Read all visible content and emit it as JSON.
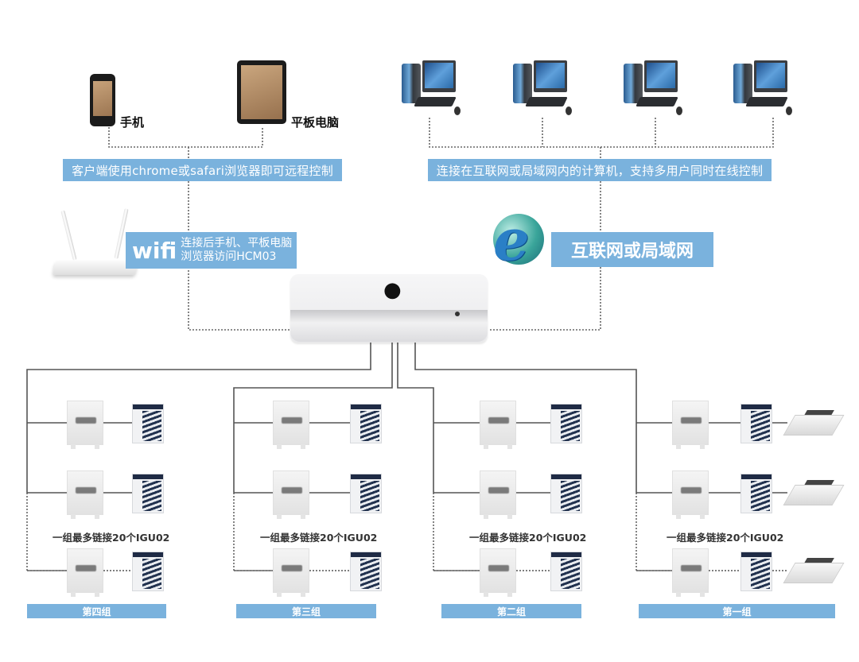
{
  "clients": {
    "phone_label": "手机",
    "tablet_label": "平板电脑",
    "mobile_caption": "客户端使用chrome或safari浏览器即可远程控制",
    "computers_count": 4,
    "computers_caption": "连接在互联网或局域网内的计算机，支持多用户同时在线控制"
  },
  "wifi": {
    "badge": "wifi",
    "line1": "连接后手机、平板电脑",
    "line2": "浏览器访问HCM03"
  },
  "network": {
    "label": "互联网或局域网"
  },
  "server": {
    "icon": "apple-icon",
    "glyph": ""
  },
  "groups": [
    {
      "label": "第四组",
      "note": "一组最多链接20个IGU02",
      "rows": 3,
      "has_indoor_unit": false
    },
    {
      "label": "第三组",
      "note": "一组最多链接20个IGU02",
      "rows": 3,
      "has_indoor_unit": false
    },
    {
      "label": "第二组",
      "note": "一组最多链接20个IGU02",
      "rows": 3,
      "has_indoor_unit": false
    },
    {
      "label": "第一组",
      "note": "一组最多链接20个IGU02",
      "rows": 3,
      "has_indoor_unit": true
    }
  ],
  "colors": {
    "caption_bg": "#7ab2dd",
    "caption_text": "#ffffff",
    "line_solid": "#555555",
    "line_dotted": "#666666"
  }
}
